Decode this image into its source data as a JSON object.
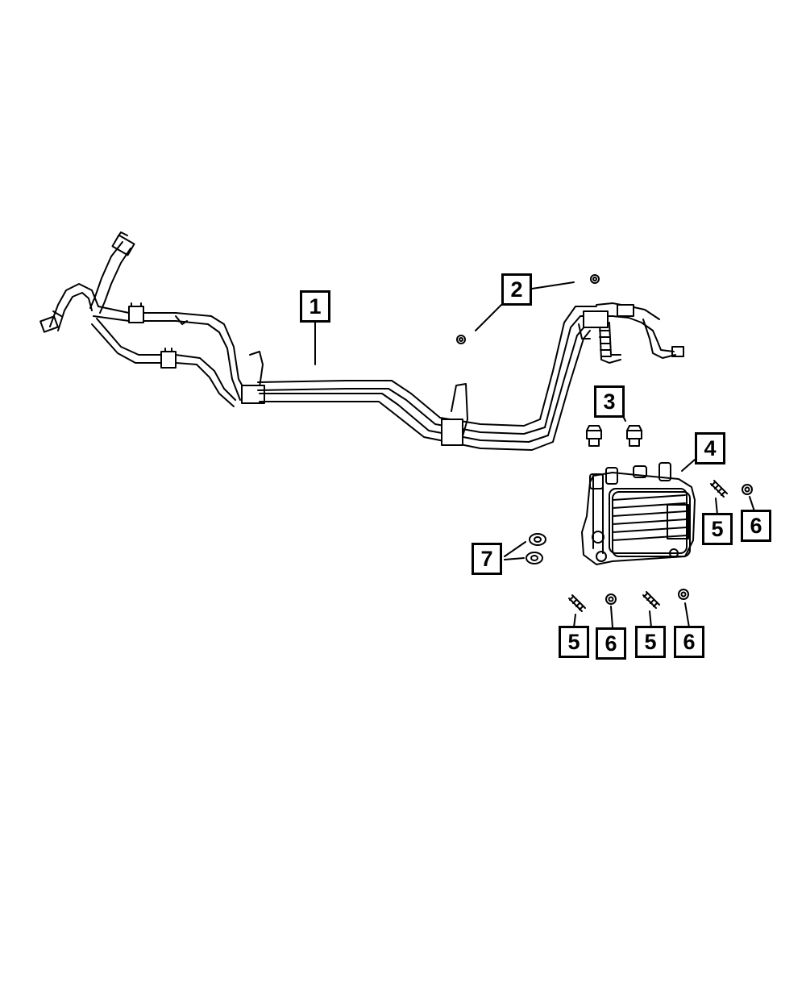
{
  "callouts": [
    {
      "label": "1"
    },
    {
      "label": "2"
    },
    {
      "label": "3"
    },
    {
      "label": "4"
    },
    {
      "label": "5"
    },
    {
      "label": "6"
    },
    {
      "label": "7"
    },
    {
      "label": "5"
    },
    {
      "label": "6"
    },
    {
      "label": "5"
    },
    {
      "label": "6"
    }
  ],
  "colors": {
    "line": "#000000",
    "background": "#ffffff"
  }
}
